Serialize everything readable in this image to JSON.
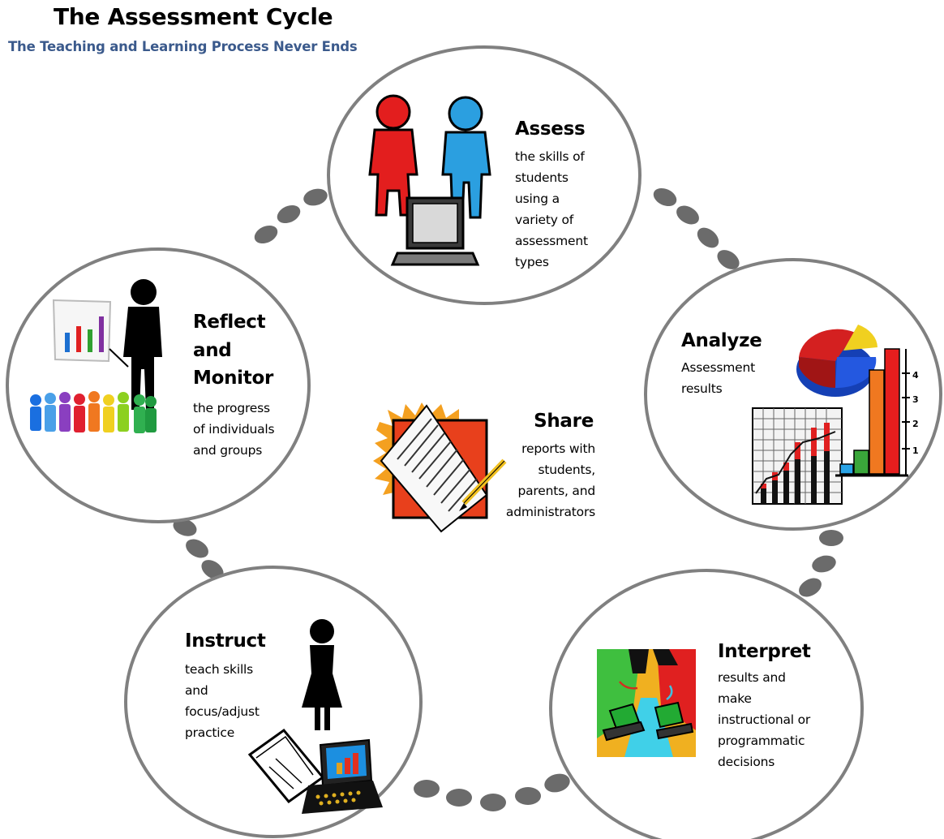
{
  "title": "The Assessment Cycle",
  "subtitle": "The Teaching and Learning Process Never Ends",
  "stages": {
    "assess": {
      "title": "Assess",
      "description": "the skills of\nstudents\nusing a\nvariety of\nassessment\ntypes"
    },
    "analyze": {
      "title": "Analyze",
      "description": "Assessment\nresults"
    },
    "interpret": {
      "title": "Interpret",
      "description": "results and\nmake\ninstructional or\nprogrammatic\ndecisions"
    },
    "instruct": {
      "title": "Instruct",
      "description": "teach skills\nand\nfocus/adjust\npractice"
    },
    "reflect": {
      "title": "Reflect\nand\nMonitor",
      "description": "the progress\nof individuals\nand groups"
    },
    "share": {
      "title": "Share",
      "description": "reports with\nstudents,\nparents, and\nadministrators"
    }
  },
  "chart_axis_ticks": [
    "4",
    "3",
    "2",
    "1"
  ],
  "colors": {
    "subtitle": "#3b5a8c",
    "circle_border": "#808080",
    "connector_dots": "#6b6b6b"
  }
}
